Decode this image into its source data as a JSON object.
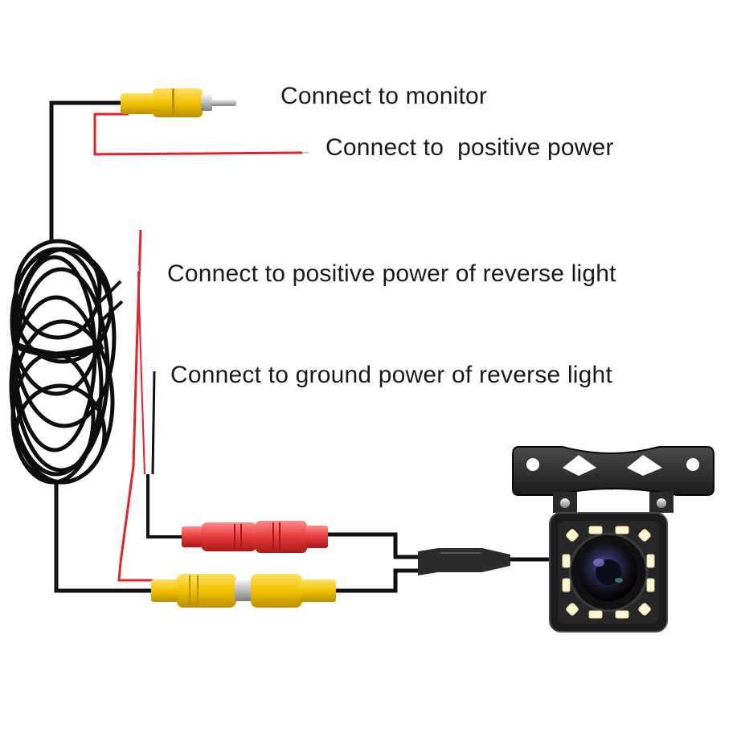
{
  "labels": {
    "monitor": "Connect to monitor",
    "positive_power": "Connect to  positive power",
    "reverse_positive": "Connect to positive power of reverse light",
    "reverse_ground": "Connect to ground power of reverse light"
  },
  "colors": {
    "background": "#ffffff",
    "cable_black": "#111111",
    "wire_red": "#e8202a",
    "connector_yellow": "#f2c200",
    "connector_red": "#e53b3b",
    "camera_body": "#1c1c1c",
    "led": "#fff7d6"
  }
}
